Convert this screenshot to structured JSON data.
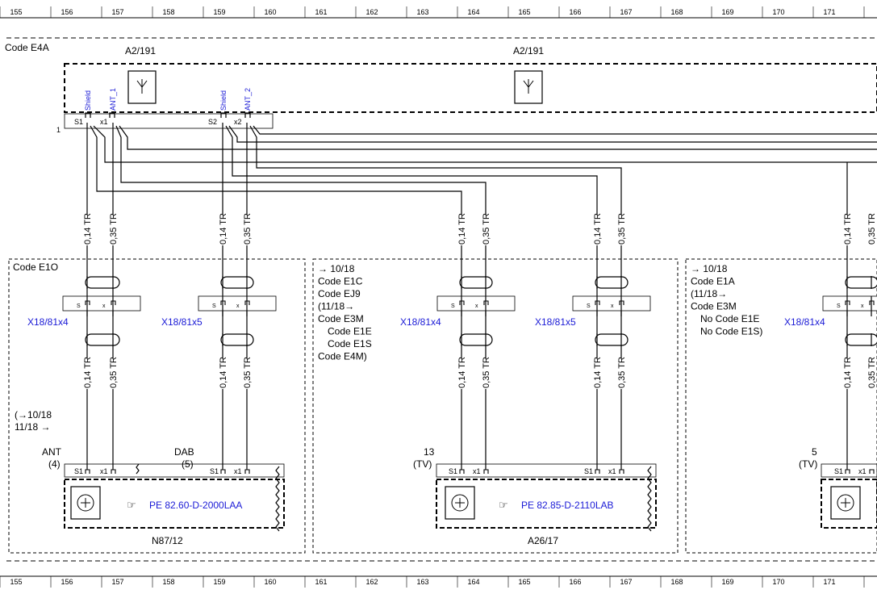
{
  "ruler": {
    "numbers": [
      "155",
      "156",
      "157",
      "158",
      "159",
      "160",
      "161",
      "162",
      "163",
      "164",
      "165",
      "166",
      "167",
      "168",
      "169",
      "170",
      "171"
    ]
  },
  "top_block": {
    "code": "Code E4A",
    "comp_left": "A2/191",
    "comp_right": "A2/191",
    "pin_shield_1": "Shield",
    "pin_ant_1": "ANT_1",
    "pin_shield_2": "Shield",
    "pin_ant_2": "ANT_2",
    "pin_s1": "S1",
    "pin_x1": "x1",
    "pin_s2": "S2",
    "pin_x2": "x2",
    "row_label": "1"
  },
  "wires": {
    "w014": "0,14 TR",
    "w035": "0,35 TR"
  },
  "box1": {
    "code": "Code E1O",
    "conn_a": "X18/81x4",
    "conn_b": "X18/81x5",
    "note_line1": "(→10/18",
    "note_line2": "11/18 →",
    "pin_ant": "ANT",
    "pin_ant_num": "(4)",
    "pin_dab": "DAB",
    "pin_dab_num": "(5)",
    "ref": "PE 82.60-D-2000LAA",
    "name": "N87/12"
  },
  "box2": {
    "lines": [
      "→ 10/18",
      "Code E1C",
      "Code EJ9",
      "(11/18→",
      "Code E3M",
      "Code E1E",
      "Code E1S",
      "Code E4M)"
    ],
    "conn_a": "X18/81x4",
    "conn_b": "X18/81x5",
    "pin_num": "13",
    "pin_tv": "(TV)",
    "ref": "PE 82.85-D-2110LAB",
    "name": "A26/17"
  },
  "box3": {
    "lines": [
      "→ 10/18",
      "Code E1A",
      "(11/18→",
      "Code E3M",
      "No Code E1E",
      "No Code E1S)"
    ],
    "conn_a": "X18/81x4",
    "pin_num": "5",
    "pin_tv": "(TV)"
  },
  "connector_pins": {
    "s": "S",
    "x": "x",
    "s1": "S1",
    "x1": "x1"
  },
  "colors": {
    "line": "#000000",
    "link_blue": "#1a1ad6"
  }
}
